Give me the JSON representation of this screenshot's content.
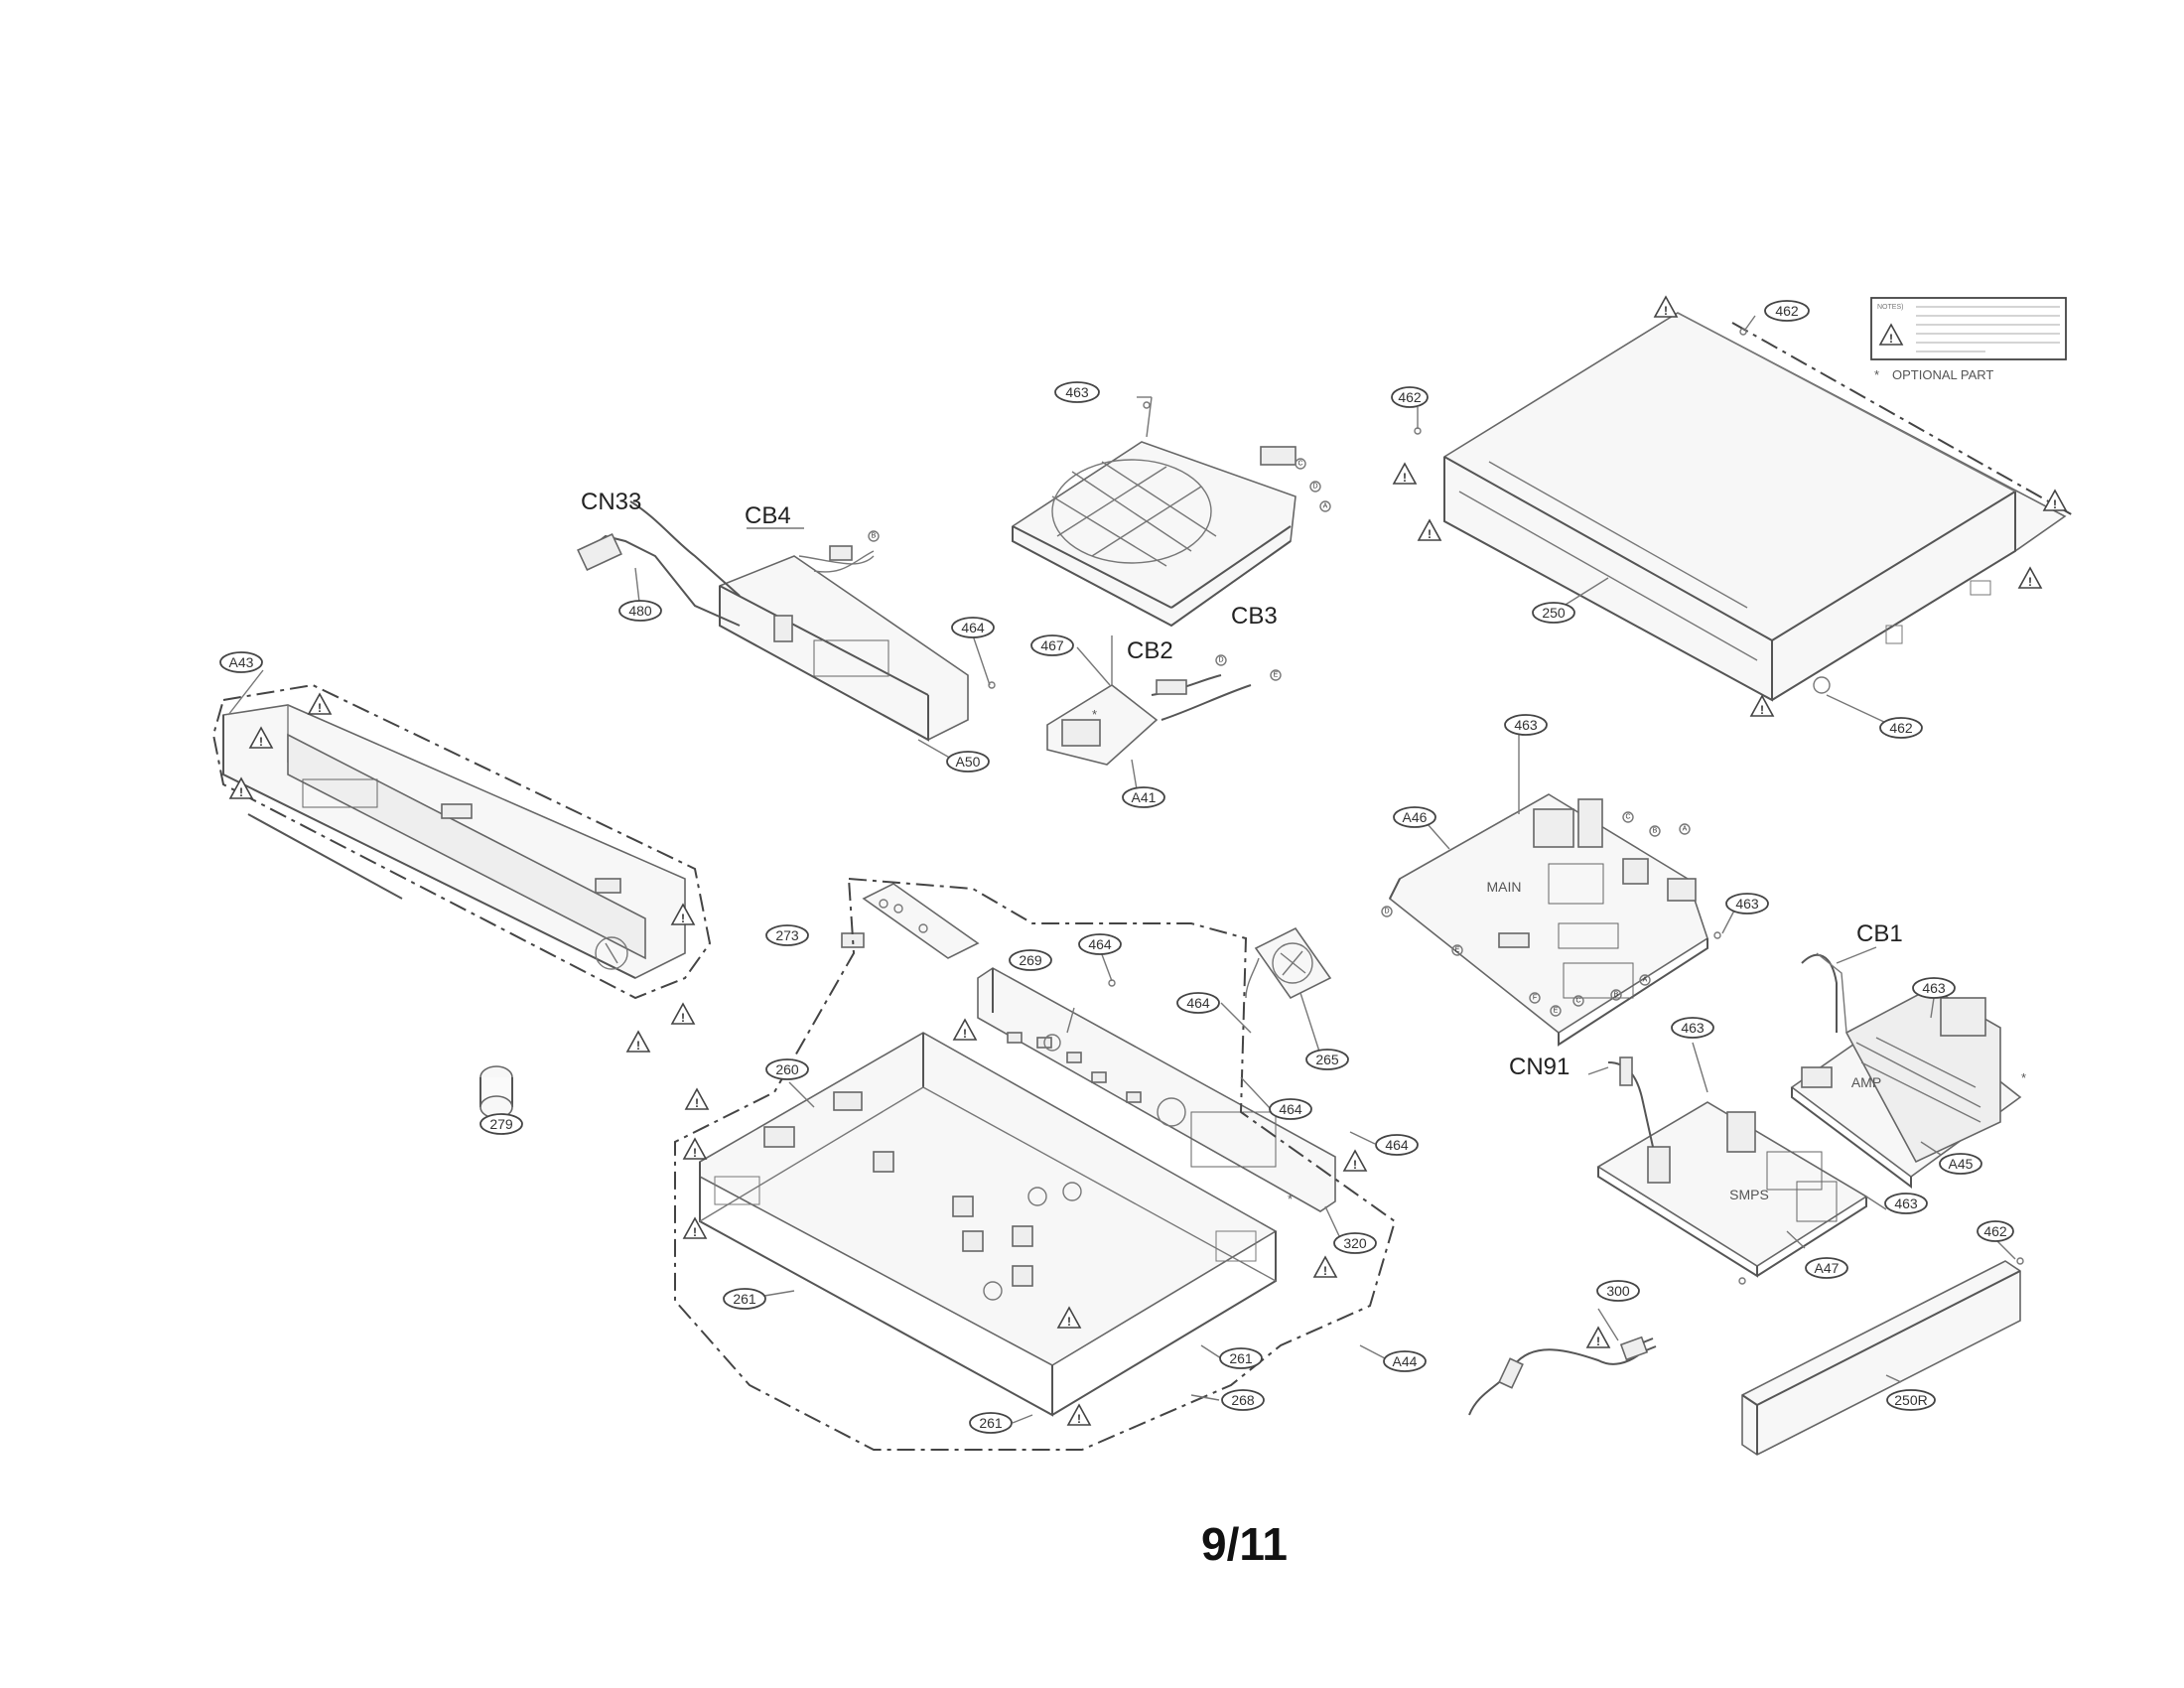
{
  "page_number": "9/11",
  "notes": {
    "title": "NOTES)",
    "optional_part": "OPTIONAL PART",
    "star": "*"
  },
  "labels": {
    "cn33": "CN33",
    "cb4": "CB4",
    "cb2": "CB2",
    "cb3": "CB3",
    "cb1": "CB1",
    "cn91": "CN91",
    "main": "MAIN",
    "amp": "AMP",
    "smps": "SMPS"
  },
  "tags": {
    "t463_top": "463",
    "t462_top": "462",
    "t462_left": "462",
    "t480": "480",
    "t464_a50": "464",
    "t467": "467",
    "t250": "250",
    "t462_right": "462",
    "ta43": "A43",
    "ta50": "A50",
    "ta41": "A41",
    "t463_main": "463",
    "ta46": "A46",
    "t463_mid": "463",
    "t273": "273",
    "t269": "269",
    "t464_a": "464",
    "t464_b": "464",
    "t265": "265",
    "t464_c": "464",
    "t464_d": "464",
    "t260": "260",
    "t279": "279",
    "t320": "320",
    "t261_a": "261",
    "t261_b": "261",
    "t261_c": "261",
    "t268": "268",
    "ta44": "A44",
    "t463_smps": "463",
    "t463_amp": "463",
    "t463_low": "463",
    "ta45": "A45",
    "ta47": "A47",
    "t300": "300",
    "t462_bot": "462",
    "t250r": "250R"
  },
  "connector_letters": {
    "b": "B",
    "c": "C",
    "d": "D",
    "e": "E",
    "a": "A",
    "f": "F"
  },
  "icons": [
    "warning-triangle-icon",
    "fan-icon",
    "power-plug-icon"
  ]
}
